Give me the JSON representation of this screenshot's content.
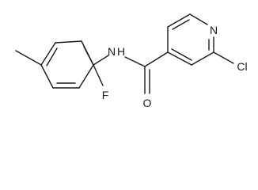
{
  "molecule": {
    "atom_labels": {
      "amide_nitrogen": "N",
      "amide_hydrogen": "H",
      "carbonyl_oxygen": "O",
      "fluorine": "F",
      "ring_nitrogen": "N",
      "chlorine": "Cl"
    }
  }
}
